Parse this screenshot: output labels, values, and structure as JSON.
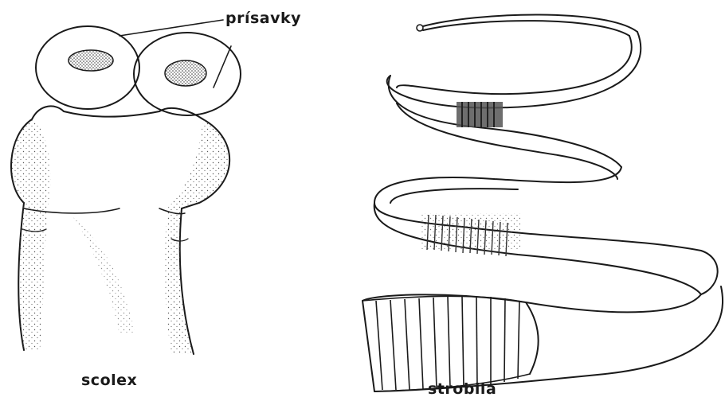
{
  "labels": {
    "suckers": "prísavky",
    "scolex": "scolex",
    "strobila": "strobila"
  }
}
